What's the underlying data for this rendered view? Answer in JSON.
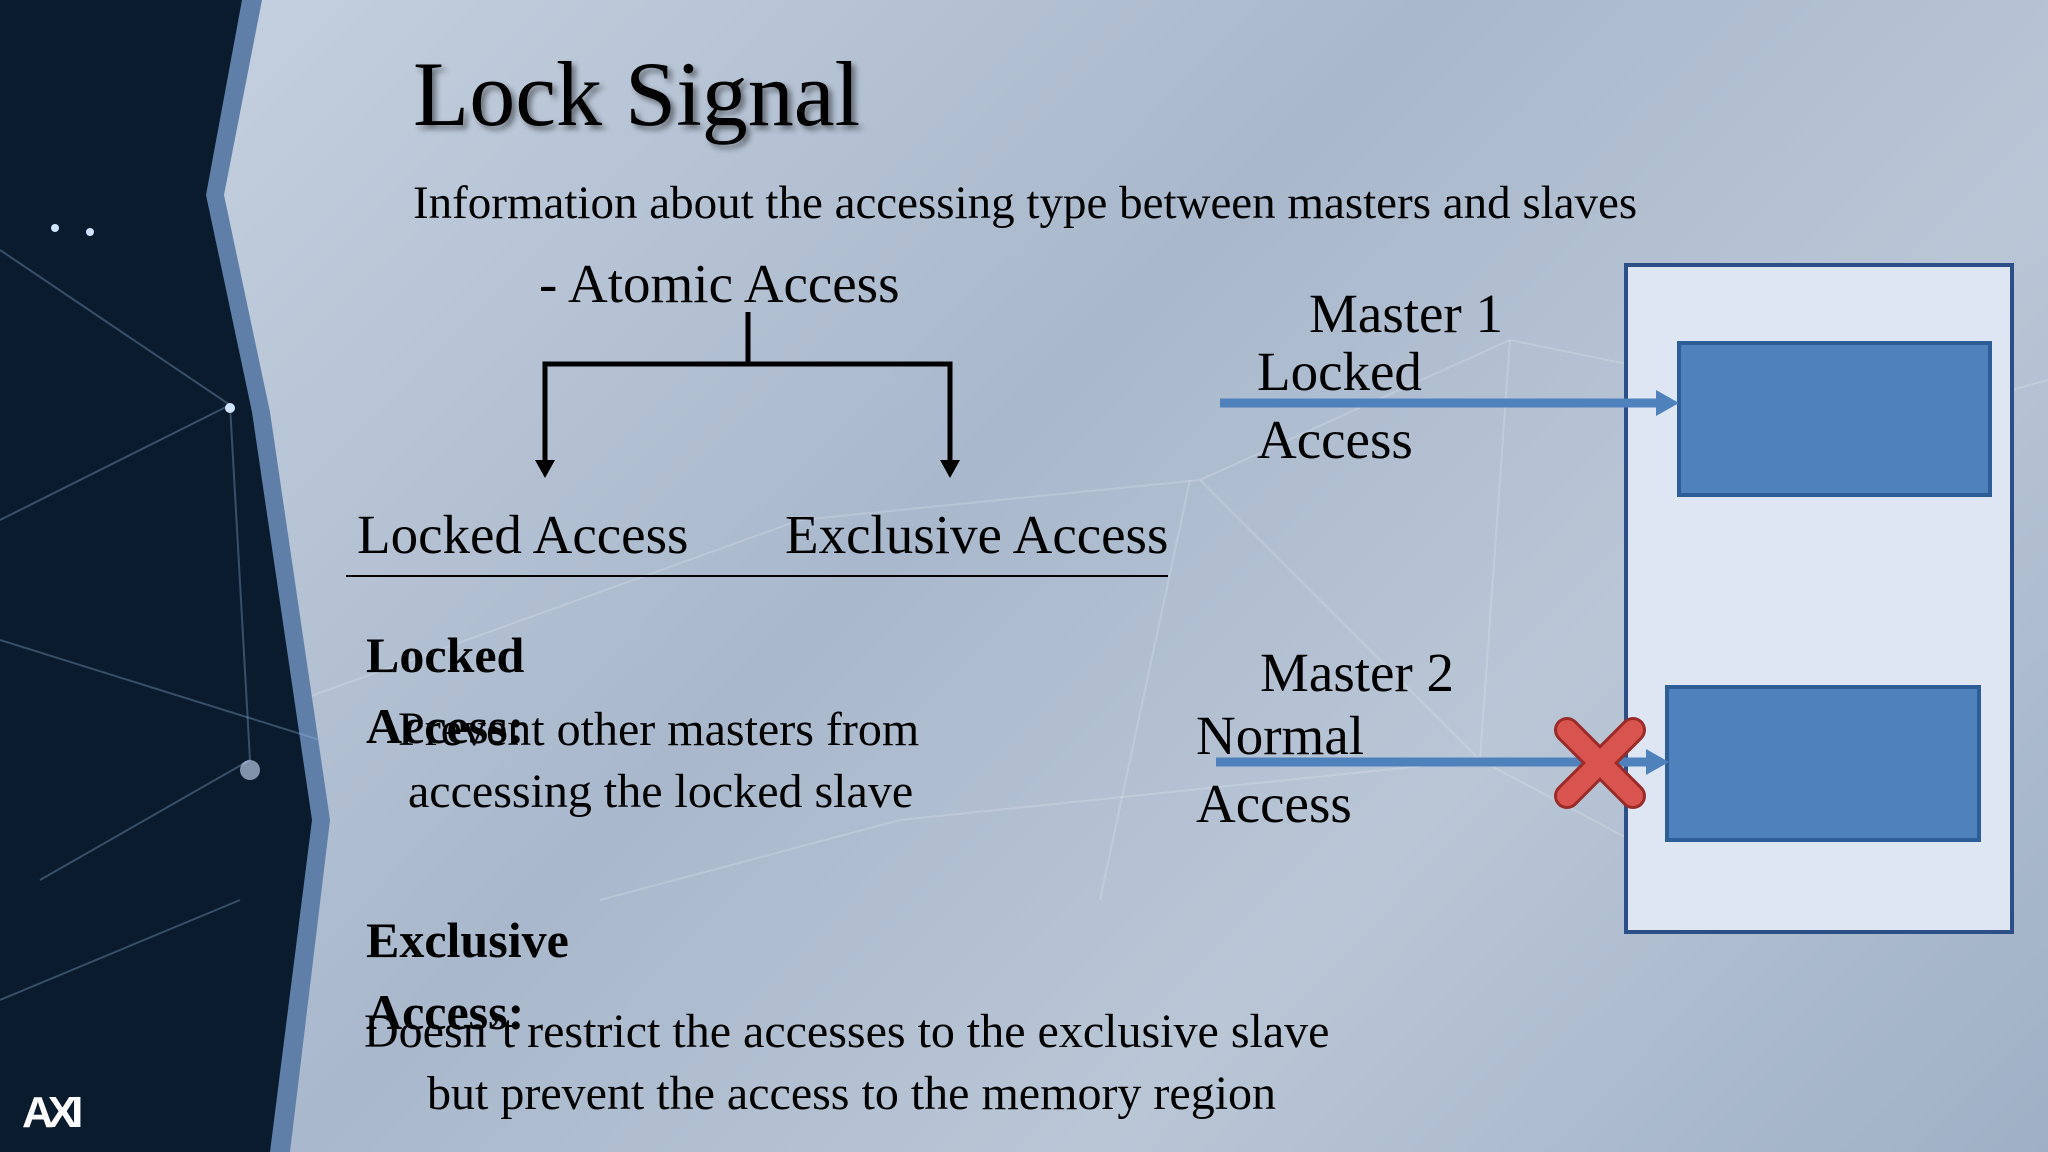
{
  "slide": {
    "title": "Lock Signal",
    "subtitle": "Information about the accessing type between masters and slaves",
    "atomic_label": "- Atomic Access",
    "branch_left": "Locked Access",
    "branch_right": "Exclusive Access",
    "locked_heading_line1": "Locked",
    "locked_heading_line2": "Access:",
    "locked_body_line1": "Prevent other masters from",
    "locked_body_line2": "accessing the locked slave",
    "exclusive_heading_line1": "Exclusive",
    "exclusive_heading_line2": "Access:",
    "exclusive_body_line1": "Doesn’t restrict the accesses to the exclusive slave",
    "exclusive_body_line2": "but prevent the access to the memory region"
  },
  "diagram": {
    "master1": "Master 1",
    "master1_access_line1": "Locked",
    "master1_access_line2": "Access",
    "master2": "Master 2",
    "master2_access_line1": "Normal",
    "master2_access_line2": "Access",
    "colors": {
      "slave_container_fill": "#dde6f2",
      "slave_container_border": "#2b4f86",
      "region_fill": "#4f81bd",
      "region_border": "#2e5e98",
      "arrow": "#4f81bd",
      "blocked_x": "#d9534f"
    },
    "icons": [
      "blocked-x-icon",
      "arrow-right-icon"
    ]
  },
  "logo": "AXI"
}
